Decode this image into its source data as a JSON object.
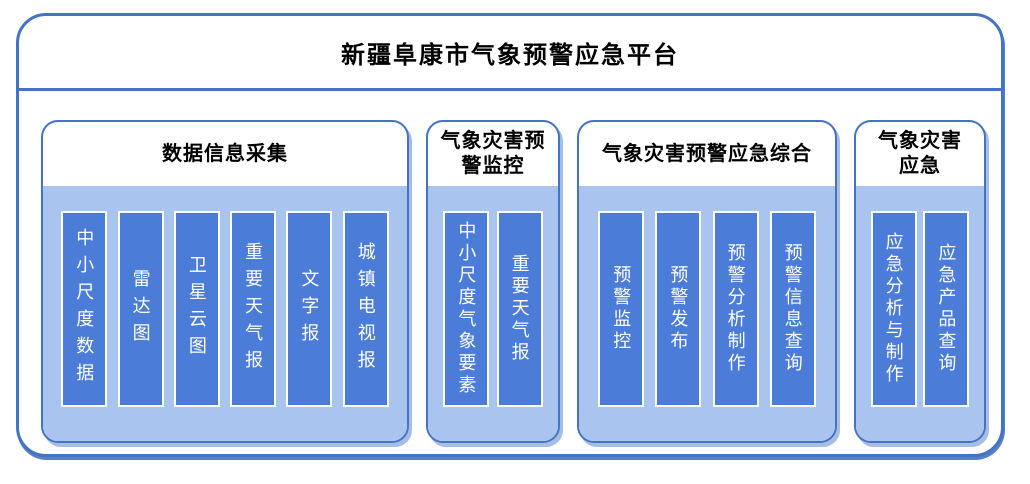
{
  "platform": {
    "title": "新疆阜康市气象预警应急平台"
  },
  "groups": [
    {
      "title": "数据信息采集",
      "title_lines": [
        "数据信息采集"
      ],
      "items": [
        "中小尺度数据",
        "雷达图",
        "卫星云图",
        "重要天气报",
        "文字报",
        "城镇电视报"
      ]
    },
    {
      "title": "气象灾害预警监控",
      "title_lines": [
        "气象灾害预",
        "警监控"
      ],
      "items": [
        "中小尺度气象要素",
        "重要天气报"
      ]
    },
    {
      "title": "气象灾害预警应急综合",
      "title_lines": [
        "气象灾害预警应急综合"
      ],
      "items": [
        "预警监控",
        "预警发布",
        "预警分析制作",
        "预警信息查询"
      ]
    },
    {
      "title": "气象灾害应急",
      "title_lines": [
        "气象灾害",
        "应急"
      ],
      "items": [
        "应急分析与制作",
        "应急产品查询"
      ]
    }
  ],
  "colors": {
    "outline_blue": "#4472C4",
    "panel_fill": "#A9C4EE",
    "bar_fill": "#4A7CD8",
    "bar_border": "#FFFFFF",
    "title_text": "#000000",
    "bar_text": "#FFFFFF"
  }
}
